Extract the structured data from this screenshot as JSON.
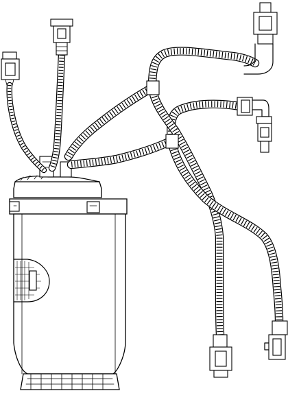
{
  "drawing": {
    "hoses": [
      {
        "id": "top-right-hose"
      },
      {
        "id": "middle-right-hose"
      },
      {
        "id": "inner-right-hose"
      },
      {
        "id": "outer-right-hose"
      },
      {
        "id": "left-tall-hose"
      },
      {
        "id": "left-wire-loom"
      },
      {
        "id": "center-left-branch"
      }
    ],
    "connectors": [
      {
        "id": "connector-top-center"
      },
      {
        "id": "connector-top-left"
      },
      {
        "id": "connector-top-right"
      },
      {
        "id": "connector-mid-right"
      },
      {
        "id": "connector-bottom-left"
      },
      {
        "id": "connector-bottom-right"
      }
    ]
  }
}
